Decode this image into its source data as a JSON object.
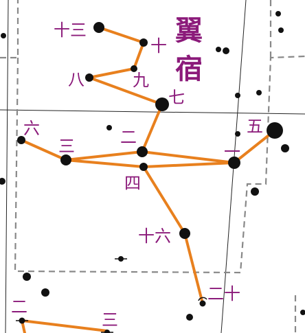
{
  "title": "翼宿",
  "colors": {
    "label": "#8b1a7a",
    "line": "#e8801e",
    "star": "#111111",
    "grid": "#222222",
    "boundary": "#888888"
  },
  "star_labels": {
    "s1": "一",
    "s2": "二",
    "s3": "三",
    "s4": "四",
    "s5": "五",
    "s6": "六",
    "s7": "七",
    "s8": "八",
    "s9": "九",
    "s10": "十",
    "s13": "十三",
    "s16": "十六",
    "s20": "二十",
    "o2": "二",
    "o3": "三"
  }
}
